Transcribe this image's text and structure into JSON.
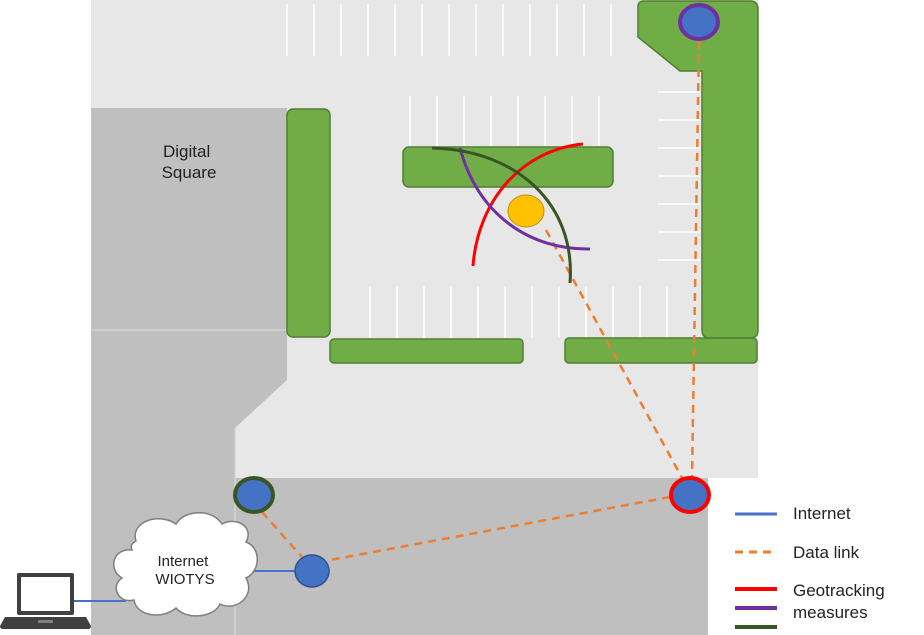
{
  "labels": {
    "building": [
      "Digital",
      "Square"
    ],
    "cloud": [
      "Internet",
      "WIOTYS"
    ]
  },
  "legend": {
    "internet": "Internet",
    "data_link": "Data link",
    "geotracking": [
      "Geotracking",
      "measures"
    ]
  },
  "colors": {
    "green_area": "#70ad47",
    "green_stroke": "#507e32",
    "node_blue": "#4472c4",
    "node_stroke": "#2f528f",
    "internet_line": "#4472c4",
    "data_link": "#ed7d31",
    "geo_red": "#ff0000",
    "geo_purple": "#7030a0",
    "geo_green": "#375623",
    "target": "#ffc000",
    "dark_gray": "#bfbfbf",
    "light_gray": "#e7e7e7"
  },
  "icons": {
    "laptop": "laptop-icon",
    "cloud": "cloud-icon"
  }
}
